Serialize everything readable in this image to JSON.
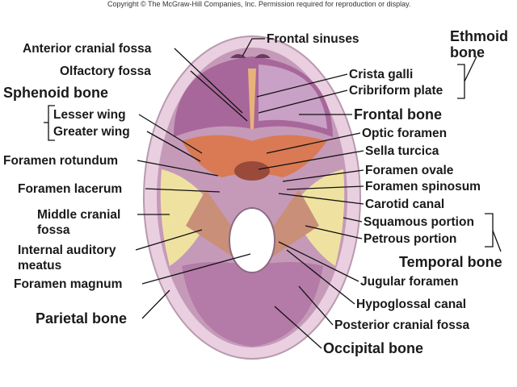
{
  "copyright": "Copyright © The McGraw-Hill Companies, Inc. Permission required for reproduction or display.",
  "labels": {
    "frontal_sinuses": "Frontal sinuses",
    "ethmoid_bone_1": "Ethmoid",
    "ethmoid_bone_2": "bone",
    "anterior_cranial_fossa": "Anterior cranial fossa",
    "olfactory_fossa": "Olfactory fossa",
    "crista_galli": "Crista galli",
    "cribriform_plate": "Cribriform plate",
    "sphenoid_bone": "Sphenoid bone",
    "lesser_wing": "Lesser wing",
    "greater_wing": "Greater wing",
    "frontal_bone": "Frontal bone",
    "optic_foramen": "Optic foramen",
    "sella_turcica": "Sella turcica",
    "foramen_rotundum": "Foramen rotundum",
    "foramen_ovale": "Foramen ovale",
    "foramen_lacerum": "Foramen lacerum",
    "foramen_spinosum": "Foramen spinosum",
    "carotid_canal": "Carotid canal",
    "middle_cranial_fossa_1": "Middle cranial",
    "middle_cranial_fossa_2": "fossa",
    "squamous_portion": "Squamous portion",
    "petrous_portion": "Petrous portion",
    "internal_auditory_meatus_1": "Internal auditory",
    "internal_auditory_meatus_2": "meatus",
    "temporal_bone": "Temporal bone",
    "foramen_magnum": "Foramen magnum",
    "jugular_foramen": "Jugular foramen",
    "parietal_bone": "Parietal bone",
    "hypoglossal_canal": "Hypoglossal canal",
    "posterior_cranial_fossa": "Posterior cranial fossa",
    "occipital_bone": "Occipital bone"
  }
}
